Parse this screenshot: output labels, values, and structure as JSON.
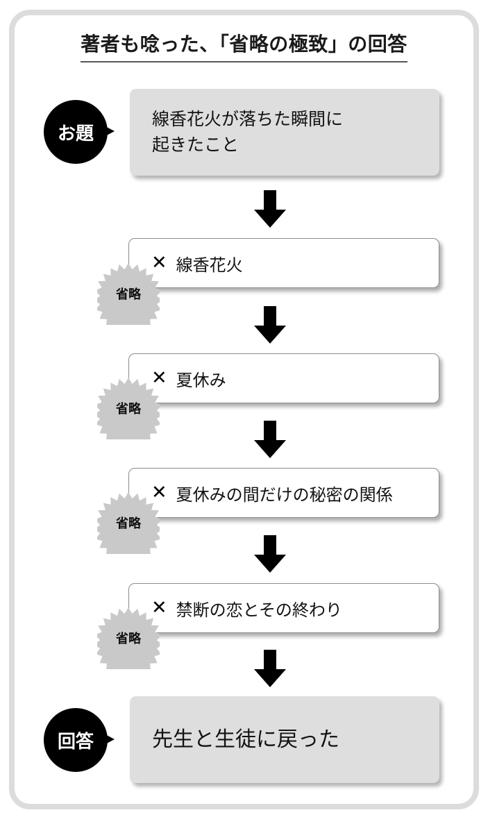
{
  "frame": {
    "border_color": "#dcdcdc"
  },
  "header": {
    "title": "著者も唸った、「省略の極致」の回答"
  },
  "flow": {
    "prompt": {
      "badge_label": "お題",
      "badge_icon": "speech-bubble-badge",
      "lines": [
        "線香花火が落ちた瞬間に",
        "起きたこと"
      ],
      "box_fill": "#dedede"
    },
    "omitted_steps": [
      {
        "badge_label": "省略",
        "badge_icon": "starburst-badge",
        "x_icon": "cross-mark-icon",
        "x_glyph": "✕",
        "label": "線香花火"
      },
      {
        "badge_label": "省略",
        "badge_icon": "starburst-badge",
        "x_icon": "cross-mark-icon",
        "x_glyph": "✕",
        "label": "夏休み"
      },
      {
        "badge_label": "省略",
        "badge_icon": "starburst-badge",
        "x_icon": "cross-mark-icon",
        "x_glyph": "✕",
        "label": "夏休みの間だけの秘密の関係"
      },
      {
        "badge_label": "省略",
        "badge_icon": "starburst-badge",
        "x_icon": "cross-mark-icon",
        "x_glyph": "✕",
        "label": "禁断の恋とその終わり"
      }
    ],
    "answer": {
      "badge_label": "回答",
      "badge_icon": "speech-bubble-badge",
      "lines": [
        "先生と生徒に戻った"
      ],
      "box_fill": "#dedede"
    },
    "arrow_icon": "arrow-down-icon",
    "arrow_count": 5
  }
}
